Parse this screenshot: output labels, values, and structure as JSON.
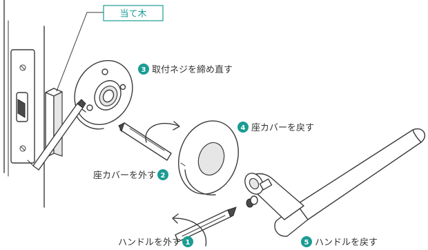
{
  "accent_color": "#1a9c93",
  "labels": {
    "ate_gi": "当て木",
    "step1": "ハンドルを外す",
    "step2": "座カバーを外す",
    "step3": "取付ネジを締め直す",
    "step4": "座カバーを戻す",
    "step5": "ハンドルを戻す"
  },
  "steps": {
    "n1": "1",
    "n2": "2",
    "n3": "3",
    "n4": "4",
    "n5": "5"
  }
}
